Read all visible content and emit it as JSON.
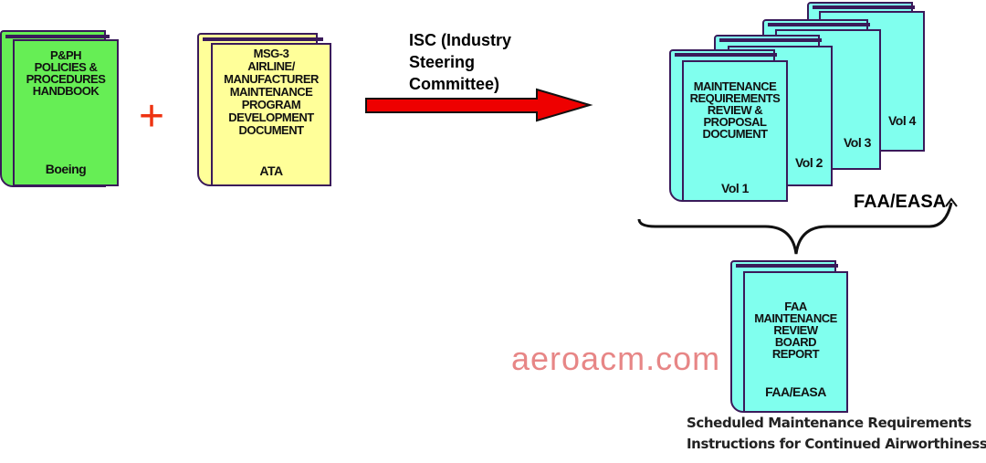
{
  "books": {
    "pph": {
      "title": "P&PH\nPOLICIES &\nPROCEDURES\nHANDBOOK",
      "footer": "Boeing"
    },
    "msg3": {
      "title": "MSG-3\nAIRLINE/\nMANUFACTURER\nMAINTENANCE\nPROGRAM\nDEVELOPMENT\nDOCUMENT",
      "footer": "ATA"
    },
    "mrrp": {
      "title": "MAINTENANCE\nREQUIREMENTS\nREVIEW  &\nPROPOSAL\nDOCUMENT",
      "vol1": "Vol 1",
      "vol2": "Vol 2",
      "vol3": "Vol 3",
      "vol4": "Vol 4"
    },
    "mrb": {
      "title": "FAA\nMAINTENANCE\nREVIEW\nBOARD\nREPORT",
      "footer": "FAA/EASA"
    }
  },
  "plus_symbol": "+",
  "arrow_label": "ISC (Industry\nSteering\nCommittee)",
  "brace_label": "FAA/EASA",
  "watermark": "aeroacm.com",
  "caption": {
    "line1": "Scheduled Maintenance Requirements",
    "line2": "Instructions for Continued Airworthiness"
  },
  "colors": {
    "green": "#66ee55",
    "yellow": "#ffff99",
    "cyan": "#80ffee",
    "arrow": "#ee0000"
  }
}
